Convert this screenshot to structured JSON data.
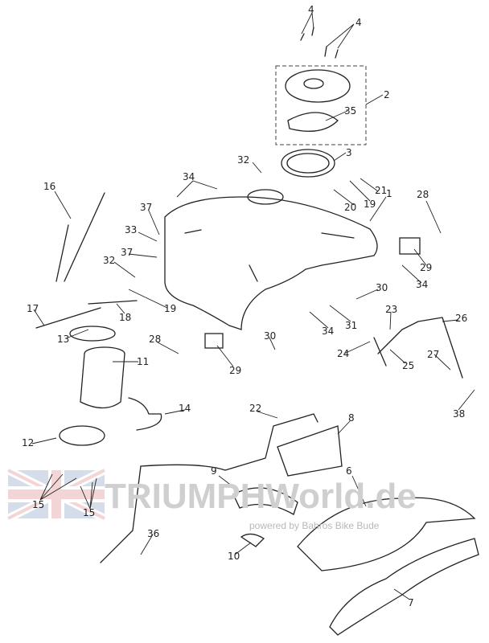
{
  "title": "Fuel tank parts diagram",
  "watermark": {
    "brand": "TRIUMPHWorld.de",
    "tagline": "powered by Bahros Bike Bude"
  },
  "callouts": [
    "4",
    "4",
    "2",
    "35",
    "3",
    "32",
    "34",
    "21",
    "19",
    "20",
    "1",
    "16",
    "37",
    "28",
    "33",
    "37",
    "29",
    "32",
    "34",
    "30",
    "19",
    "17",
    "18",
    "31",
    "34",
    "23",
    "26",
    "13",
    "28",
    "30",
    "24",
    "27",
    "11",
    "29",
    "25",
    "38",
    "14",
    "22",
    "8",
    "12",
    "9",
    "6",
    "15",
    "15",
    "36",
    "10",
    "7"
  ]
}
